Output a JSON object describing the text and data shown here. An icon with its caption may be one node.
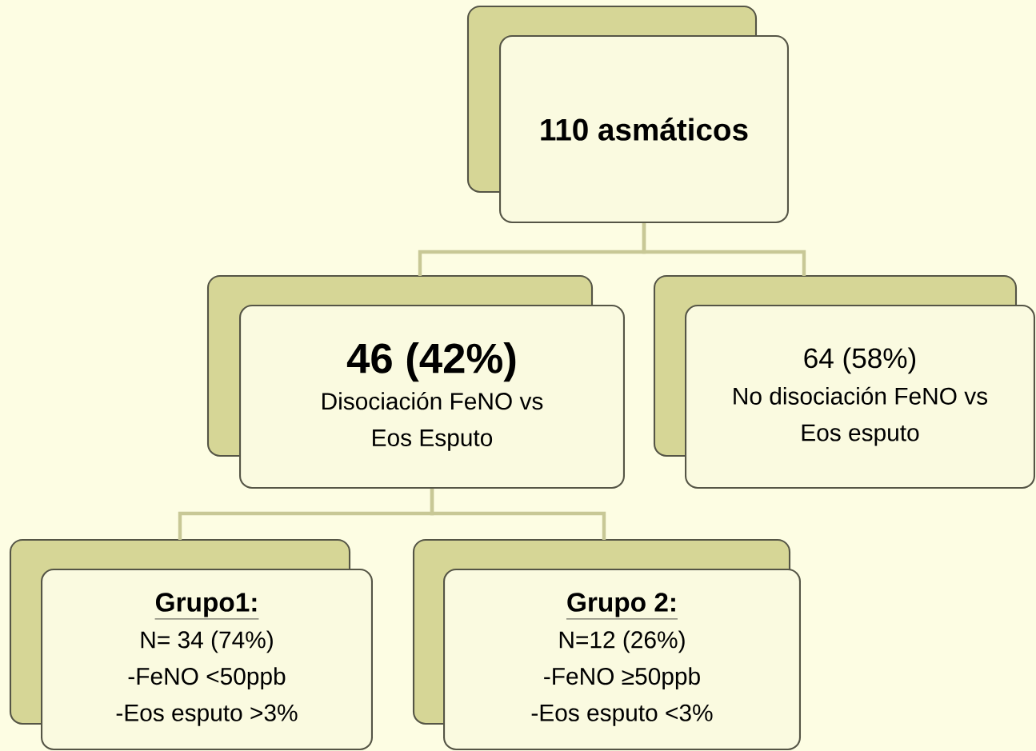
{
  "diagram": {
    "nodes": [
      {
        "text": [
          "110 asmáticos"
        ]
      },
      {
        "text": [
          "46 (42%)",
          "Disociación FeNO vs Eos Esputo"
        ]
      },
      {
        "text": [
          "64 (58%)",
          "No disociación FeNO vs Eos esputo"
        ]
      },
      {
        "text": [
          "Grupo1:",
          "N= 34 (74%)",
          "-FeNO <50ppb",
          "-Eos esputo >3%"
        ]
      },
      {
        "text": [
          "Grupo 2:",
          "N=12 (26%)",
          "-FeNO ≥50ppb",
          "-Eos esputo <3%"
        ]
      }
    ],
    "edges": [
      {
        "from": 0,
        "to": 1,
        "arrow": "none"
      },
      {
        "from": 0,
        "to": 2,
        "arrow": "none"
      },
      {
        "from": 1,
        "to": 3,
        "arrow": "none"
      },
      {
        "from": 1,
        "to": 4,
        "arrow": "none"
      }
    ]
  }
}
